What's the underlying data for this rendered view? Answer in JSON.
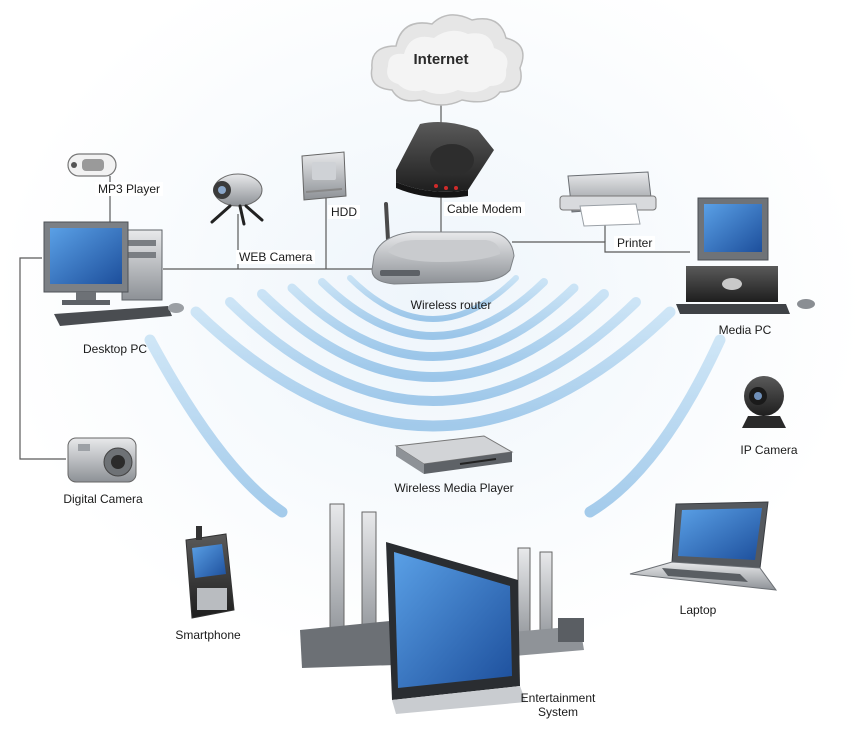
{
  "labels": {
    "internet": "Internet",
    "cable_modem": "Cable Modem",
    "wireless_router": "Wireless router",
    "mp3_player": "MP3 Player",
    "web_camera": "WEB Camera",
    "hdd": "HDD",
    "desktop_pc": "Desktop PC",
    "printer": "Printer",
    "media_pc": "Media PC",
    "ip_camera": "IP Camera",
    "digital_camera": "Digital Camera",
    "wireless_media_player": "Wireless Media Player",
    "smartphone": "Smartphone",
    "laptop": "Laptop",
    "entertainment_system_line1": "Entertainment",
    "entertainment_system_line2": "System"
  },
  "colors": {
    "wave": "#9cc8ea",
    "wave_light": "#d7eaf8",
    "line": "#5a5a5a",
    "device_dark": "#3a3a3a",
    "device_gray": "#a0a4aa",
    "screen_blue": "#2f6fc2"
  }
}
